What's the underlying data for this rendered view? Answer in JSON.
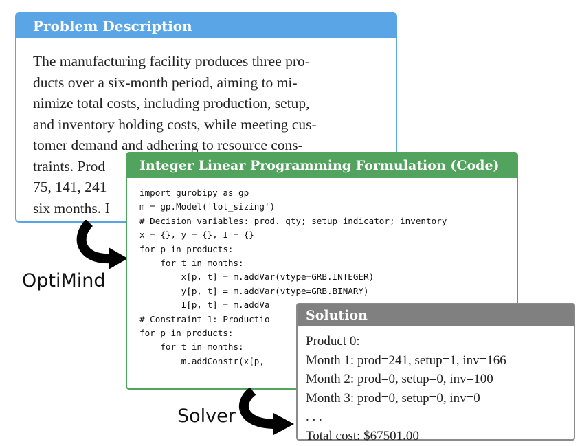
{
  "problem": {
    "title": "Problem Description",
    "lines": [
      "The manufacturing facility produces three pro-",
      "ducts over a six-month period, aiming to mi-",
      "nimize total costs, including production, setup,",
      "and inventory holding costs, while meeting cus-",
      "tomer demand and adhering to resource cons-",
      "traints.  Prod",
      "75, 141, 241",
      "six months.  I"
    ]
  },
  "code": {
    "title": "Integer Linear Programming Formulation (Code)",
    "lines": [
      "import gurobipy as gp",
      "m = gp.Model('lot_sizing')",
      "# Decision variables: prod. qty; setup indicator; inventory",
      "x = {}, y = {}, I = {}",
      "for p in products:",
      "    for t in months:",
      "        x[p, t] = m.addVar(vtype=GRB.INTEGER)",
      "        y[p, t] = m.addVar(vtype=GRB.BINARY)",
      "        I[p, t] = m.addVa",
      "# Constraint 1: Productio",
      "for p in products:",
      "    for t in months:",
      "        m.addConstr(x[p,"
    ]
  },
  "solution": {
    "title": "Solution",
    "lines": [
      "Product 0:",
      "Month 1: prod=241, setup=1, inv=166",
      "Month 2: prod=0, setup=0, inv=100",
      "Month 3: prod=0, setup=0, inv=0",
      ". . .",
      "Total cost: $67501.00"
    ]
  },
  "labels": {
    "optimind": "OptiMind",
    "solver": "Solver"
  },
  "colors": {
    "problem_accent": "#5aa5e6",
    "code_accent": "#52a35e",
    "solution_accent": "#808080",
    "arrow": "#000000"
  }
}
